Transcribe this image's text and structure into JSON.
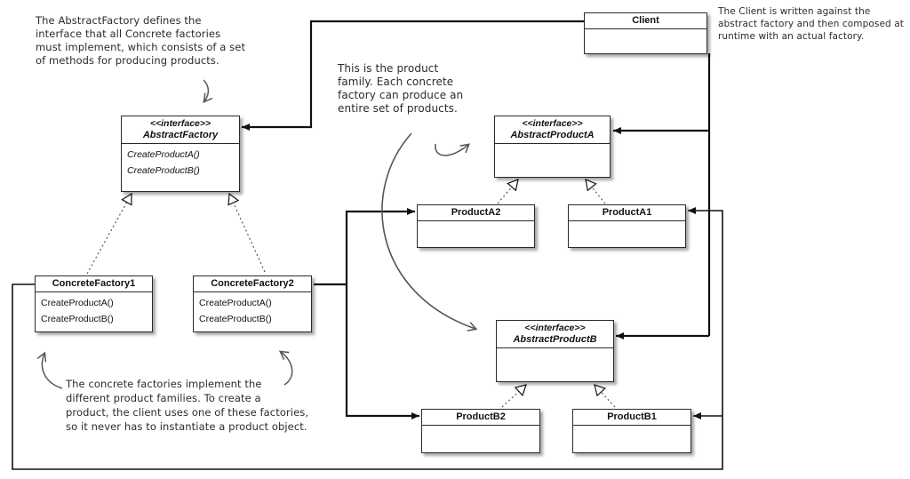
{
  "classes": {
    "client": {
      "name": "Client"
    },
    "abstract_factory": {
      "stereotype": "<<interface>>",
      "name": "AbstractFactory",
      "methods": [
        "CreateProductA()",
        "CreateProductB()"
      ]
    },
    "abstract_product_a": {
      "stereotype": "<<interface>>",
      "name": "AbstractProductA"
    },
    "abstract_product_b": {
      "stereotype": "<<interface>>",
      "name": "AbstractProductB"
    },
    "product_a2": {
      "name": "ProductA2"
    },
    "product_a1": {
      "name": "ProductA1"
    },
    "product_b2": {
      "name": "ProductB2"
    },
    "product_b1": {
      "name": "ProductB1"
    },
    "concrete_factory1": {
      "name": "ConcreteFactory1",
      "methods": [
        "CreateProductA()",
        "CreateProductB()"
      ]
    },
    "concrete_factory2": {
      "name": "ConcreteFactory2",
      "methods": [
        "CreateProductA()",
        "CreateProductB()"
      ]
    }
  },
  "notes": {
    "abstract_factory": [
      "The AbstractFactory defines the",
      "interface that all Concrete factories",
      "must implement, which consists of a set",
      "of methods for producing products."
    ],
    "client": [
      "The Client is written against the",
      "abstract factory and then composed at",
      "runtime with an actual factory."
    ],
    "product_family": [
      "This is the product",
      "family.  Each concrete",
      "factory can produce an",
      "entire set of products."
    ],
    "concrete_factories": [
      "The concrete factories implement the",
      "different product families.  To create a",
      "product, the client uses one of these factories,",
      "so it never has to instantiate a product object."
    ]
  },
  "colors": {
    "line": "#111111",
    "box_border": "#2a2a2a",
    "note_text": "#2b2b2b",
    "dotted": "#555555"
  }
}
